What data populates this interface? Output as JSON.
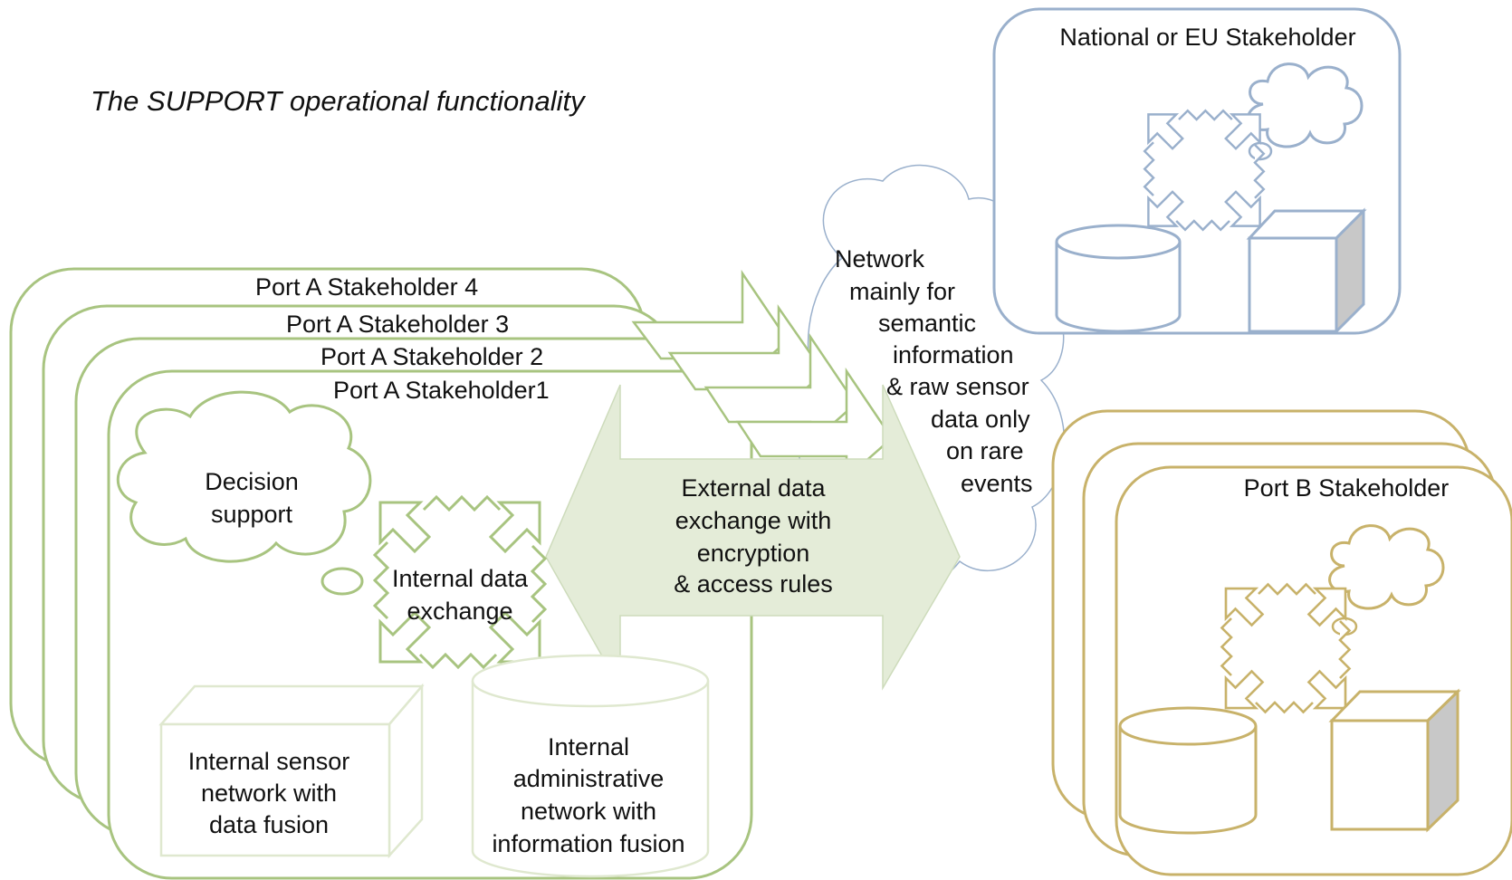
{
  "title": "The SUPPORT operational functionality",
  "port_a": {
    "stakeholders": [
      "Port A Stakeholder 4",
      "Port A Stakeholder 3",
      "Port A Stakeholder 2",
      "Port A Stakeholder1"
    ],
    "decision_support": [
      "Decision",
      "support"
    ],
    "internal_exchange": [
      "Internal data",
      "exchange"
    ],
    "sensor_network": [
      "Internal sensor",
      "network with",
      "data fusion"
    ],
    "admin_network": [
      "Internal",
      "administrative",
      "network with",
      "information fusion"
    ]
  },
  "external_exchange": [
    "External data",
    "exchange with",
    "encryption",
    "& access rules"
  ],
  "network_cloud": [
    "Network",
    "mainly for",
    "semantic",
    "information",
    "& raw sensor",
    "data only",
    "on rare",
    "events"
  ],
  "national_stakeholder": "National or EU Stakeholder",
  "port_b_stakeholder": "Port B Stakeholder",
  "colors": {
    "port_a_green": "#a8c480",
    "green_fill": "#e4ecd8",
    "eu_blue": "#9ab0cc",
    "port_b_gold": "#c8b26a",
    "cube_side": "#c8c8c8"
  }
}
